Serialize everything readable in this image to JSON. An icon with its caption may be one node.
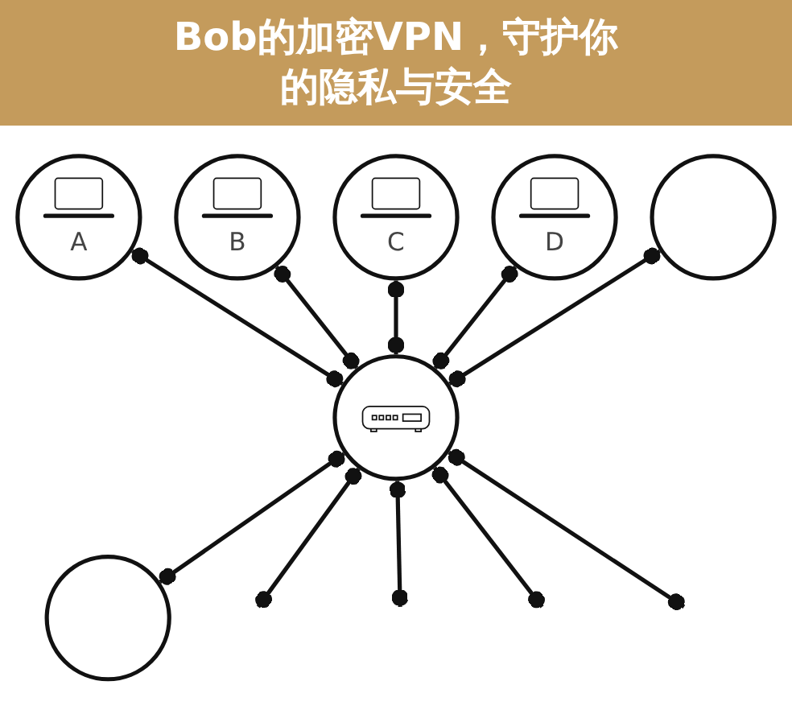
{
  "diagram": {
    "title": "Bob的加密VPN，守护你的隐私与安全",
    "nodes": [
      {
        "text": [
          "C"
        ]
      },
      {
        "text": [
          "D"
        ]
      },
      {
        "text": [
          "B"
        ]
      },
      {
        "text": [],
        "shape": "circle"
      },
      {
        "text": [
          "A"
        ]
      },
      {
        "text": [],
        "shape": "circle"
      },
      {
        "text": [],
        "shape": "circle"
      }
    ],
    "edges": [
      {
        "from": 4,
        "to": 5,
        "arrow": "other"
      },
      {
        "from": 2,
        "to": 5,
        "arrow": "other"
      },
      {
        "from": 0,
        "to": 5,
        "arrow": "other"
      },
      {
        "from": 1,
        "to": 5,
        "arrow": "other"
      },
      {
        "from": 3,
        "to": 5,
        "arrow": "other"
      },
      {
        "from": 5,
        "to": 6,
        "arrow": "other"
      },
      {
        "from": 5,
        "to": null,
        "arrow": "other"
      },
      {
        "from": 5,
        "to": null,
        "arrow": "other"
      },
      {
        "from": 5,
        "to": null,
        "arrow": "other"
      },
      {
        "from": 5,
        "to": null,
        "arrow": "other"
      }
    ]
  }
}
